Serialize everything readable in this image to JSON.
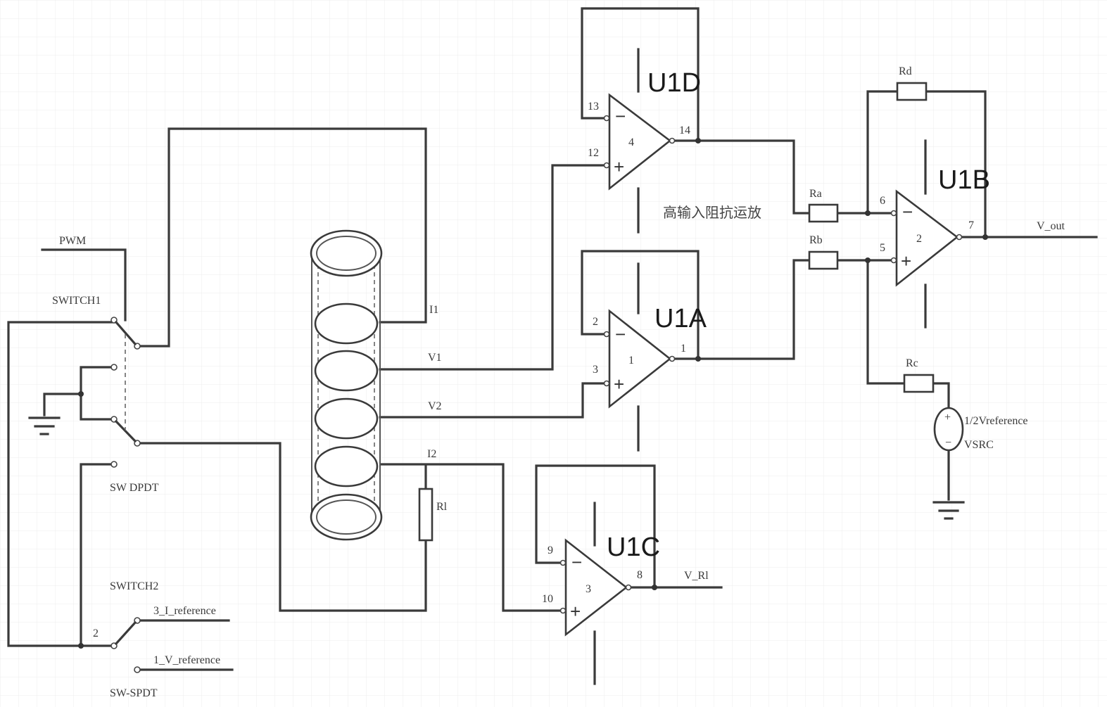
{
  "components": {
    "u1d": {
      "name": "U1D",
      "in_minus_pin": "13",
      "in_plus_pin": "12",
      "out_pin": "14",
      "unit": "4"
    },
    "u1a": {
      "name": "U1A",
      "in_minus_pin": "2",
      "in_plus_pin": "3",
      "out_pin": "1",
      "unit": "1"
    },
    "u1b": {
      "name": "U1B",
      "in_minus_pin": "6",
      "in_plus_pin": "5",
      "out_pin": "7",
      "unit": "2"
    },
    "u1c": {
      "name": "U1C",
      "in_minus_pin": "9",
      "in_plus_pin": "10",
      "out_pin": "8",
      "unit": "3"
    },
    "ra": "Ra",
    "rb": "Rb",
    "rd": "Rd",
    "rc": "Rc",
    "rl": "Rl",
    "vsrc": {
      "name": "1/2Vreference",
      "type": "VSRC"
    }
  },
  "labels": {
    "pwm": "PWM",
    "switch1": "SWITCH1",
    "sw_dpdt": "SW DPDT",
    "switch2": "SWITCH2",
    "sw_spdt": "SW-SPDT",
    "i1": "I1",
    "i2": "I2",
    "v1": "V1",
    "v2": "V2",
    "v_out": "V_out",
    "v_rl": "V_Rl",
    "i_ref": "3_I_reference",
    "v_ref": "1_V_reference",
    "sw2_pin": "2",
    "high_impedance_amp": "高输入阻抗运放"
  }
}
